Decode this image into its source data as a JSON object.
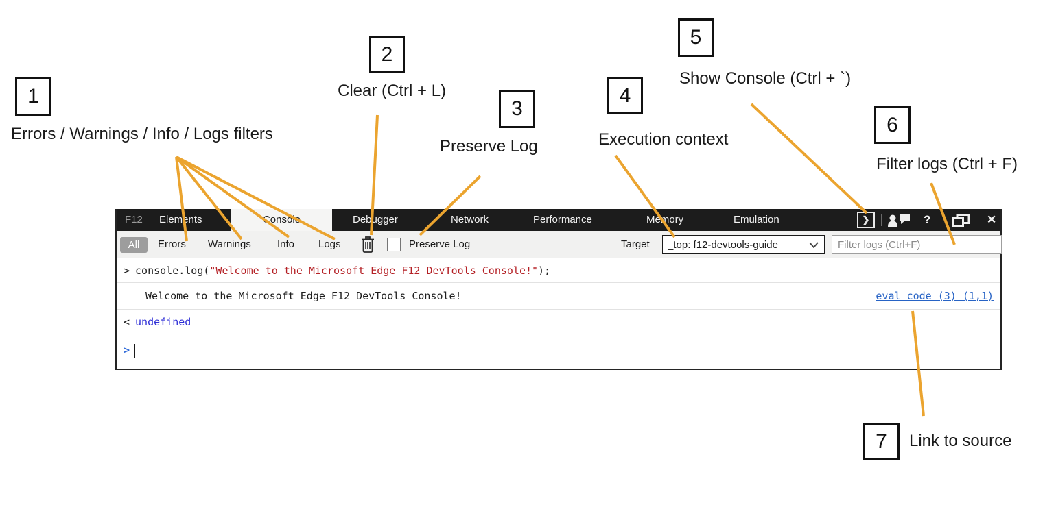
{
  "annotations": {
    "line_color": "#EBA42F",
    "callouts": [
      {
        "num": "1",
        "label": "Errors / Warnings / Info / Logs filters"
      },
      {
        "num": "2",
        "label": "Clear (Ctrl + L)"
      },
      {
        "num": "3",
        "label": "Preserve Log"
      },
      {
        "num": "4",
        "label": "Execution context"
      },
      {
        "num": "5",
        "label": "Show Console (Ctrl + `)"
      },
      {
        "num": "6",
        "label": "Filter logs (Ctrl + F)"
      },
      {
        "num": "7",
        "label": "Link to source"
      }
    ]
  },
  "devtools": {
    "titlebar": {
      "brand": "F12",
      "tabs": [
        {
          "label": "Elements"
        },
        {
          "label": "Console"
        },
        {
          "label": "Debugger"
        },
        {
          "label": "Network"
        },
        {
          "label": "Performance"
        },
        {
          "label": "Memory"
        },
        {
          "label": "Emulation"
        }
      ],
      "active_tab": "Console",
      "icons": [
        "show-console",
        "feedback",
        "help",
        "undock",
        "close"
      ],
      "show_console_glyph": "❯",
      "help_glyph": "?",
      "close_glyph": "✕"
    },
    "toolbar": {
      "filters": [
        {
          "label": "All",
          "active": true
        },
        {
          "label": "Errors"
        },
        {
          "label": "Warnings"
        },
        {
          "label": "Info"
        },
        {
          "label": "Logs"
        }
      ],
      "trash_icon": "trash-icon",
      "preserve_log_label": "Preserve Log",
      "preserve_log_checked": false,
      "target_label": "Target",
      "target_value": "_top: f12-devtools-guide",
      "filter_placeholder": "Filter logs (Ctrl+F)"
    },
    "console": {
      "echo_prefix": ">",
      "command_pre": "console.log(",
      "command_string": "\"Welcome to the Microsoft Edge F12 DevTools Console!\"",
      "command_post": ");",
      "log_message": "Welcome to the Microsoft Edge F12 DevTools Console!",
      "source_link": "eval code (3) (1,1)",
      "result_prefix": "<",
      "result_value": "undefined",
      "prompt_chevron": ">",
      "colors": {
        "string_red": "#b42025",
        "link_blue": "#2763c5",
        "result_blue": "#2d2dd6",
        "prompt_blue": "#2f6ad9"
      }
    }
  }
}
